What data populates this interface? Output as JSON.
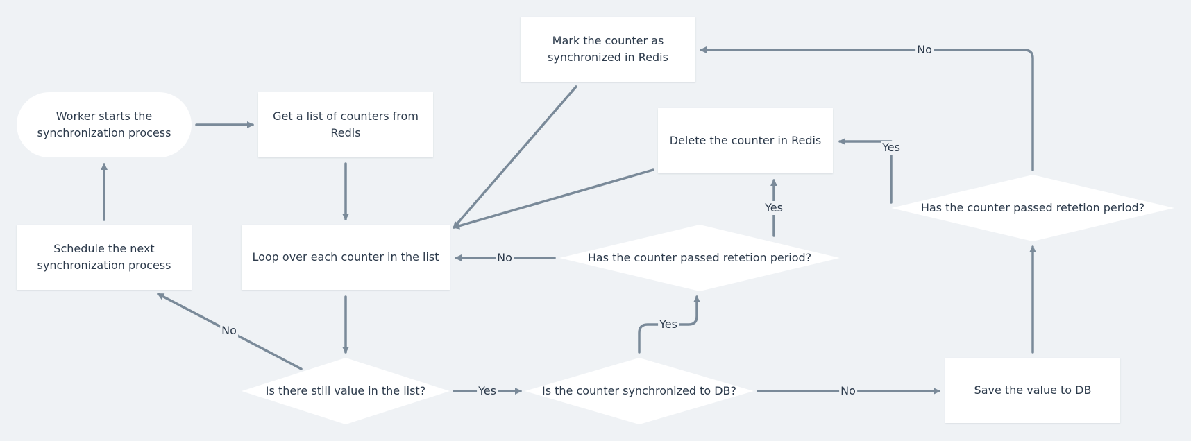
{
  "colors": {
    "background": "#eff2f5",
    "node_fill": "#ffffff",
    "text": "#2c3a4b",
    "edge": "#7a8a99"
  },
  "nodes": {
    "start": "Worker starts the synchronization process",
    "get_counters": "Get a list of counters from Redis",
    "schedule": "Schedule the next synchronization process",
    "loop": "Loop over each counter in the list",
    "mark_synced": "Mark the counter as synchronized in Redis",
    "delete_counter": "Delete the counter in Redis",
    "retention_mid": "Has the counter passed retetion period?",
    "retention_right": "Has the counter passed retetion period?",
    "still_value": "Is there still value in the list?",
    "synced_db": "Is the counter synchronized to DB?",
    "save_db": "Save the value to DB"
  },
  "edge_labels": {
    "still_no": "No",
    "still_yes": "Yes",
    "synced_yes": "Yes",
    "synced_no": "No",
    "mid_no": "No",
    "mid_yes": "Yes",
    "right_yes": "Yes",
    "right_no": "No"
  }
}
